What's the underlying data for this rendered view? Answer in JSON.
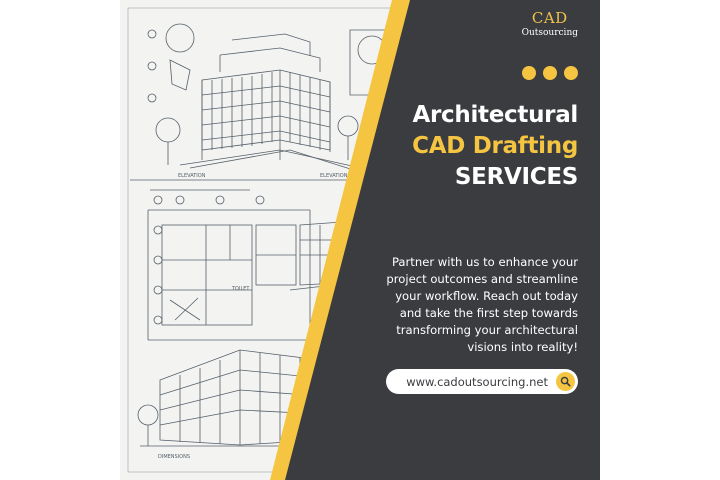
{
  "brand": {
    "name": "CAD",
    "subtitle": "Outsourcing"
  },
  "headline": {
    "line1": "Architectural",
    "line2": "CAD Drafting",
    "line3": "SERVICES"
  },
  "body": "Partner with us to enhance your project outcomes and streamline your workflow. Reach out today and take the first step towards transforming your architectural visions into reality!",
  "contact": {
    "url": "www.cadoutsourcing.net",
    "icon": "search-icon"
  },
  "drawing_labels": {
    "elevation_left": "ELEVATION",
    "elevation_right": "ELEVATION",
    "plan_label": "TOILET",
    "bottom_label": "DIMENSIONS"
  },
  "colors": {
    "dark": "#3a3c40",
    "accent": "#f5c542",
    "paper": "#f3f3f1",
    "line": "#4a5560"
  },
  "decorative_dots": 3
}
